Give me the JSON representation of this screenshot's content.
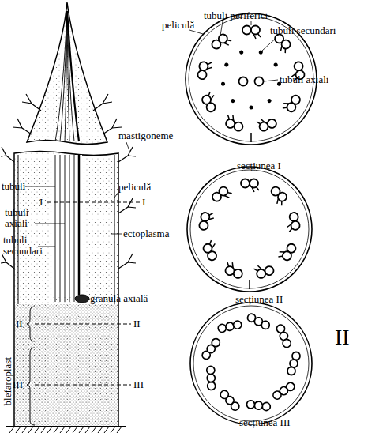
{
  "diagram": {
    "nodes": [
      {
        "text": [
          "secțiunea I"
        ]
      },
      {
        "text": [
          "secțiunea II"
        ]
      },
      {
        "text": [
          "secțiunea III"
        ]
      }
    ],
    "labels": [
      "tubuli periferici",
      "peliculă",
      "tubuli secundari",
      "tubuli axiali",
      "mastigoneme",
      "tubuli",
      "peliculă",
      "I",
      "I",
      "tubuli axiali",
      "ectoplasma",
      "tubuli secundari",
      "granula axială",
      "II",
      "II",
      "blefaroplast",
      "III",
      "III",
      "II"
    ]
  }
}
